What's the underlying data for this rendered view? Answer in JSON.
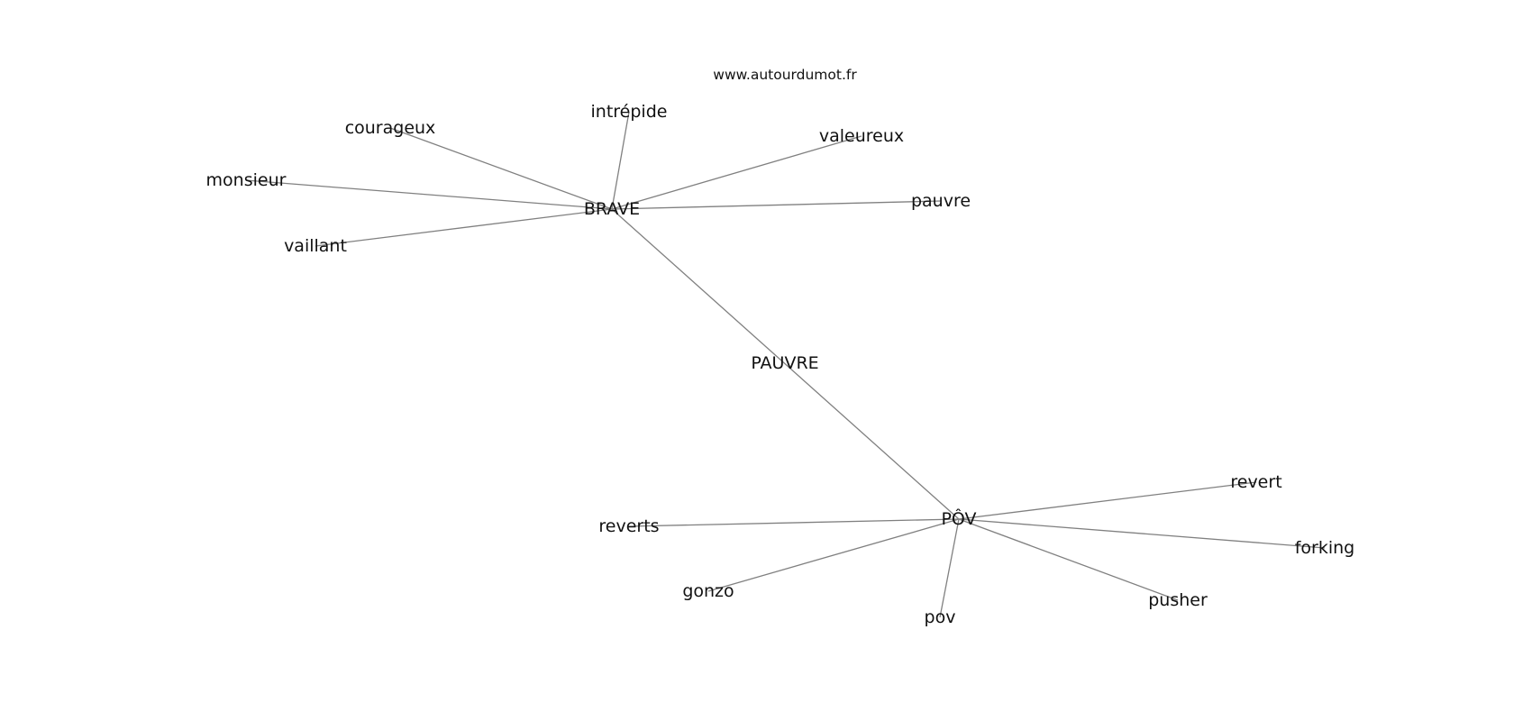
{
  "site": "www.autourdumot.fr",
  "graph": {
    "center": "PAUVRE",
    "hubs": [
      "BRAVE",
      "PÔV"
    ],
    "nodes": [
      {
        "id": "brave",
        "label": "BRAVE"
      },
      {
        "id": "pov_hub",
        "label": "PÔV"
      },
      {
        "id": "pauvre_center",
        "label": "PAUVRE"
      },
      {
        "id": "intrepide",
        "label": "intrépide"
      },
      {
        "id": "courageux",
        "label": "courageux"
      },
      {
        "id": "valeureux",
        "label": "valeureux"
      },
      {
        "id": "monsieur",
        "label": "monsieur"
      },
      {
        "id": "pauvre",
        "label": "pauvre"
      },
      {
        "id": "vaillant",
        "label": "vaillant"
      },
      {
        "id": "revert",
        "label": "revert"
      },
      {
        "id": "reverts",
        "label": "reverts"
      },
      {
        "id": "forking",
        "label": "forking"
      },
      {
        "id": "gonzo",
        "label": "gonzo"
      },
      {
        "id": "pusher",
        "label": "pusher"
      },
      {
        "id": "pov",
        "label": "pov"
      }
    ],
    "edges": [
      [
        "brave",
        "pov_hub"
      ],
      [
        "brave",
        "intrepide"
      ],
      [
        "brave",
        "courageux"
      ],
      [
        "brave",
        "valeureux"
      ],
      [
        "brave",
        "monsieur"
      ],
      [
        "brave",
        "pauvre"
      ],
      [
        "brave",
        "vaillant"
      ],
      [
        "pov_hub",
        "revert"
      ],
      [
        "pov_hub",
        "reverts"
      ],
      [
        "pov_hub",
        "forking"
      ],
      [
        "pov_hub",
        "gonzo"
      ],
      [
        "pov_hub",
        "pusher"
      ],
      [
        "pov_hub",
        "pov"
      ]
    ]
  }
}
